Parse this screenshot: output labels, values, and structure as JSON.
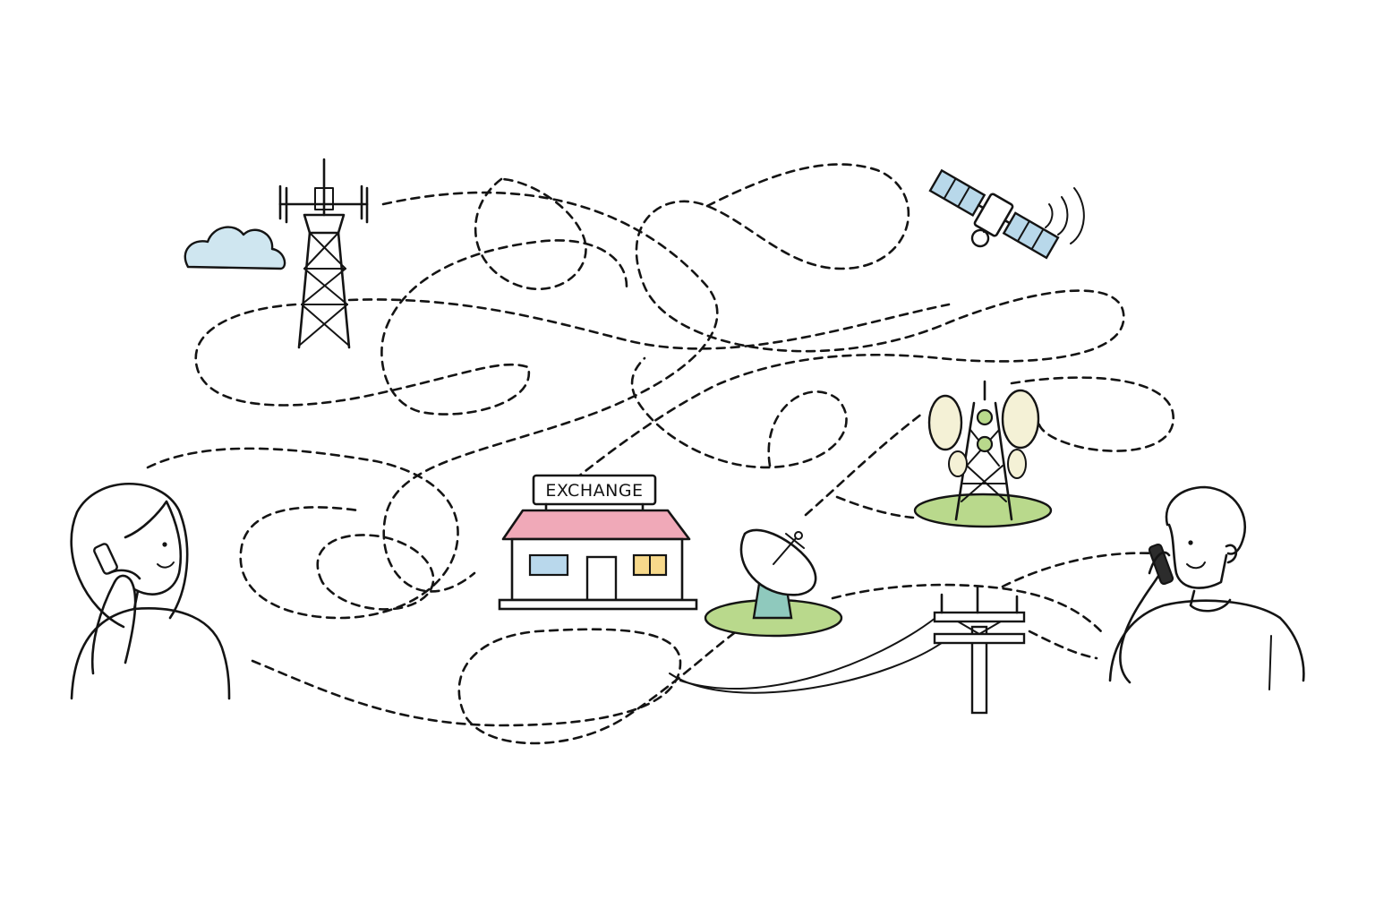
{
  "exchange": {
    "sign_label": "EXCHANGE"
  },
  "colors": {
    "ink": "#141414",
    "cloud_fill": "#cfe6f0",
    "satellite_panel": "#b8d8ea",
    "roof": "#f0a9b8",
    "window_blue": "#b9d8ec",
    "window_yellow": "#f7d98b",
    "grass": "#b9d98c",
    "dish_base": "#8fc9bd",
    "antenna_panel": "#f4f1d6"
  },
  "icons": [
    "cloud-icon",
    "cell-tower-icon",
    "satellite-icon",
    "exchange-building-icon",
    "satellite-dish-icon",
    "microwave-tower-icon",
    "utility-pole-icon",
    "woman-on-phone",
    "man-on-phone"
  ]
}
